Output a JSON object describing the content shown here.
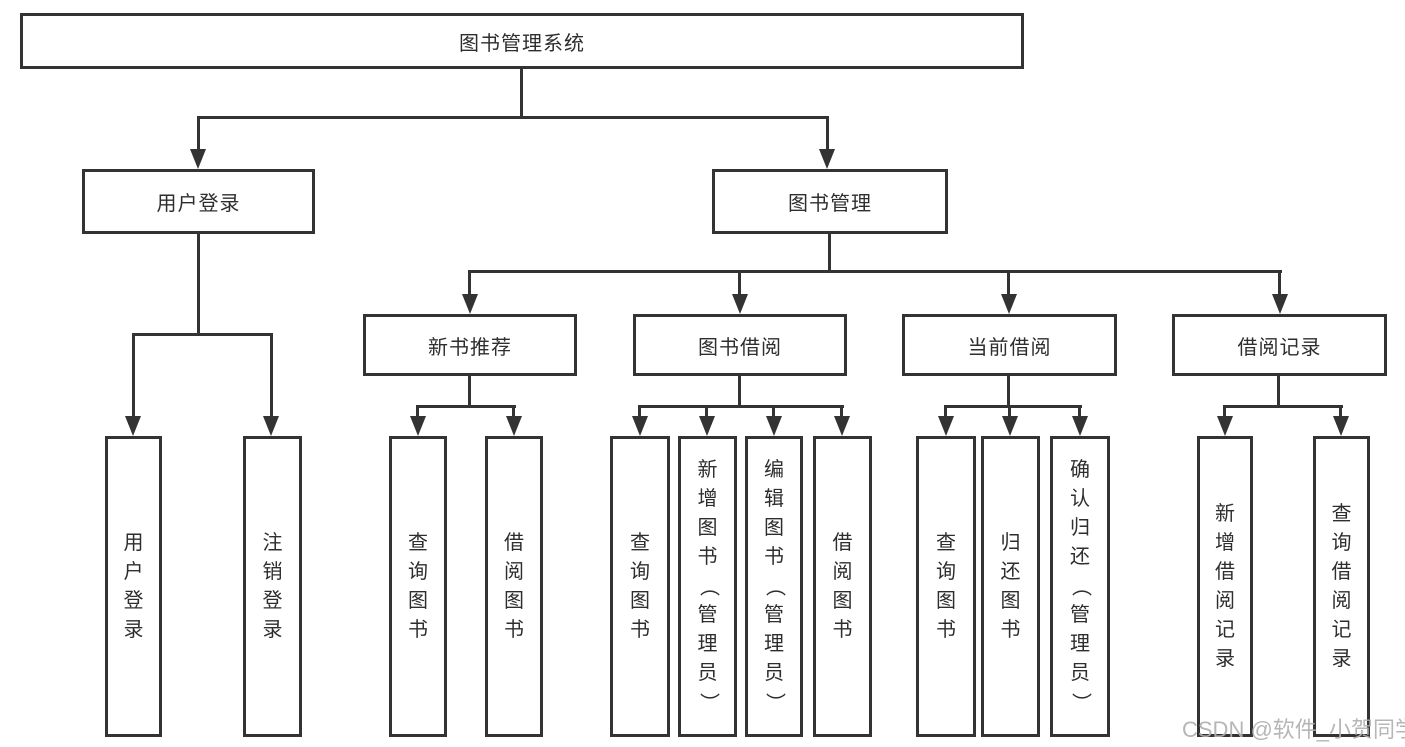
{
  "tree": {
    "root": {
      "label": "图书管理系统"
    },
    "branches": [
      {
        "label": "用户登录",
        "children": [
          {
            "label": "用户登录"
          },
          {
            "label": "注销登录"
          }
        ]
      },
      {
        "label": "图书管理",
        "groups": [
          {
            "label": "新书推荐",
            "children": [
              {
                "label": "查询图书"
              },
              {
                "label": "借阅图书"
              }
            ]
          },
          {
            "label": "图书借阅",
            "children": [
              {
                "label": "查询图书"
              },
              {
                "label": "新增图书（管理员）"
              },
              {
                "label": "编辑图书（管理员）"
              },
              {
                "label": "借阅图书"
              }
            ]
          },
          {
            "label": "当前借阅",
            "children": [
              {
                "label": "查询图书"
              },
              {
                "label": "归还图书"
              },
              {
                "label": "确认归还（管理员）"
              }
            ]
          },
          {
            "label": "借阅记录",
            "children": [
              {
                "label": "新增借阅记录"
              },
              {
                "label": "查询借阅记录"
              }
            ]
          }
        ]
      }
    ]
  },
  "watermark": {
    "text": "CSDN @软件_小贺同学"
  },
  "colors": {
    "line": "#333333",
    "text": "#2e2e2e",
    "watermark": "#b0b0b0",
    "background": "#ffffff"
  }
}
